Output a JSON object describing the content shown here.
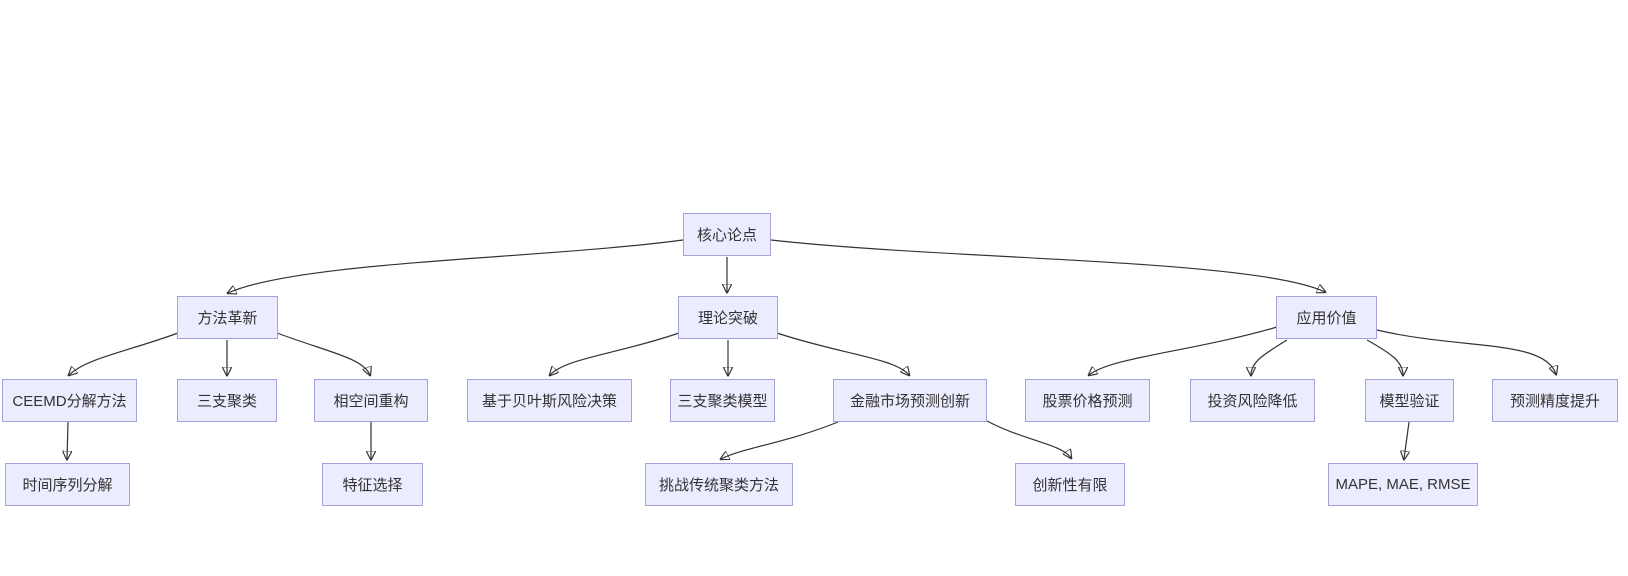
{
  "diagram": {
    "type": "flowchart-top-down",
    "colors": {
      "background": "#ffffff",
      "node_fill": "#ECECFF",
      "node_border": "#A3A3DB",
      "edge": "#333333",
      "text": "#333333"
    },
    "nodes": {
      "core": {
        "label": "核心论点"
      },
      "method": {
        "label": "方法革新"
      },
      "theory": {
        "label": "理论突破"
      },
      "application": {
        "label": "应用价值"
      },
      "ceemd": {
        "label": "CEEMD分解方法"
      },
      "three_way": {
        "label": "三支聚类"
      },
      "phase_space": {
        "label": "相空间重构"
      },
      "bayesian": {
        "label": "基于贝叶斯风险决策"
      },
      "three_way_model": {
        "label": "三支聚类模型"
      },
      "financial": {
        "label": "金融市场预测创新"
      },
      "stock": {
        "label": "股票价格预测"
      },
      "risk": {
        "label": "投资风险降低"
      },
      "validation": {
        "label": "模型验证"
      },
      "accuracy": {
        "label": "预测精度提升"
      },
      "time_series": {
        "label": "时间序列分解"
      },
      "feature": {
        "label": "特征选择"
      },
      "challenge": {
        "label": "挑战传统聚类方法"
      },
      "novelty": {
        "label": "创新性有限"
      },
      "metrics": {
        "label": "MAPE, MAE, RMSE"
      }
    },
    "edges": [
      {
        "from": "核心论点",
        "to": "方法革新"
      },
      {
        "from": "核心论点",
        "to": "理论突破"
      },
      {
        "from": "核心论点",
        "to": "应用价值"
      },
      {
        "from": "方法革新",
        "to": "CEEMD分解方法"
      },
      {
        "from": "方法革新",
        "to": "三支聚类"
      },
      {
        "from": "方法革新",
        "to": "相空间重构"
      },
      {
        "from": "理论突破",
        "to": "基于贝叶斯风险决策"
      },
      {
        "from": "理论突破",
        "to": "三支聚类模型"
      },
      {
        "from": "理论突破",
        "to": "金融市场预测创新"
      },
      {
        "from": "应用价值",
        "to": "股票价格预测"
      },
      {
        "from": "应用价值",
        "to": "投资风险降低"
      },
      {
        "from": "应用价值",
        "to": "模型验证"
      },
      {
        "from": "应用价值",
        "to": "预测精度提升"
      },
      {
        "from": "CEEMD分解方法",
        "to": "时间序列分解"
      },
      {
        "from": "相空间重构",
        "to": "特征选择"
      },
      {
        "from": "金融市场预测创新",
        "to": "挑战传统聚类方法"
      },
      {
        "from": "金融市场预测创新",
        "to": "创新性有限"
      },
      {
        "from": "模型验证",
        "to": "MAPE, MAE, RMSE"
      }
    ]
  }
}
